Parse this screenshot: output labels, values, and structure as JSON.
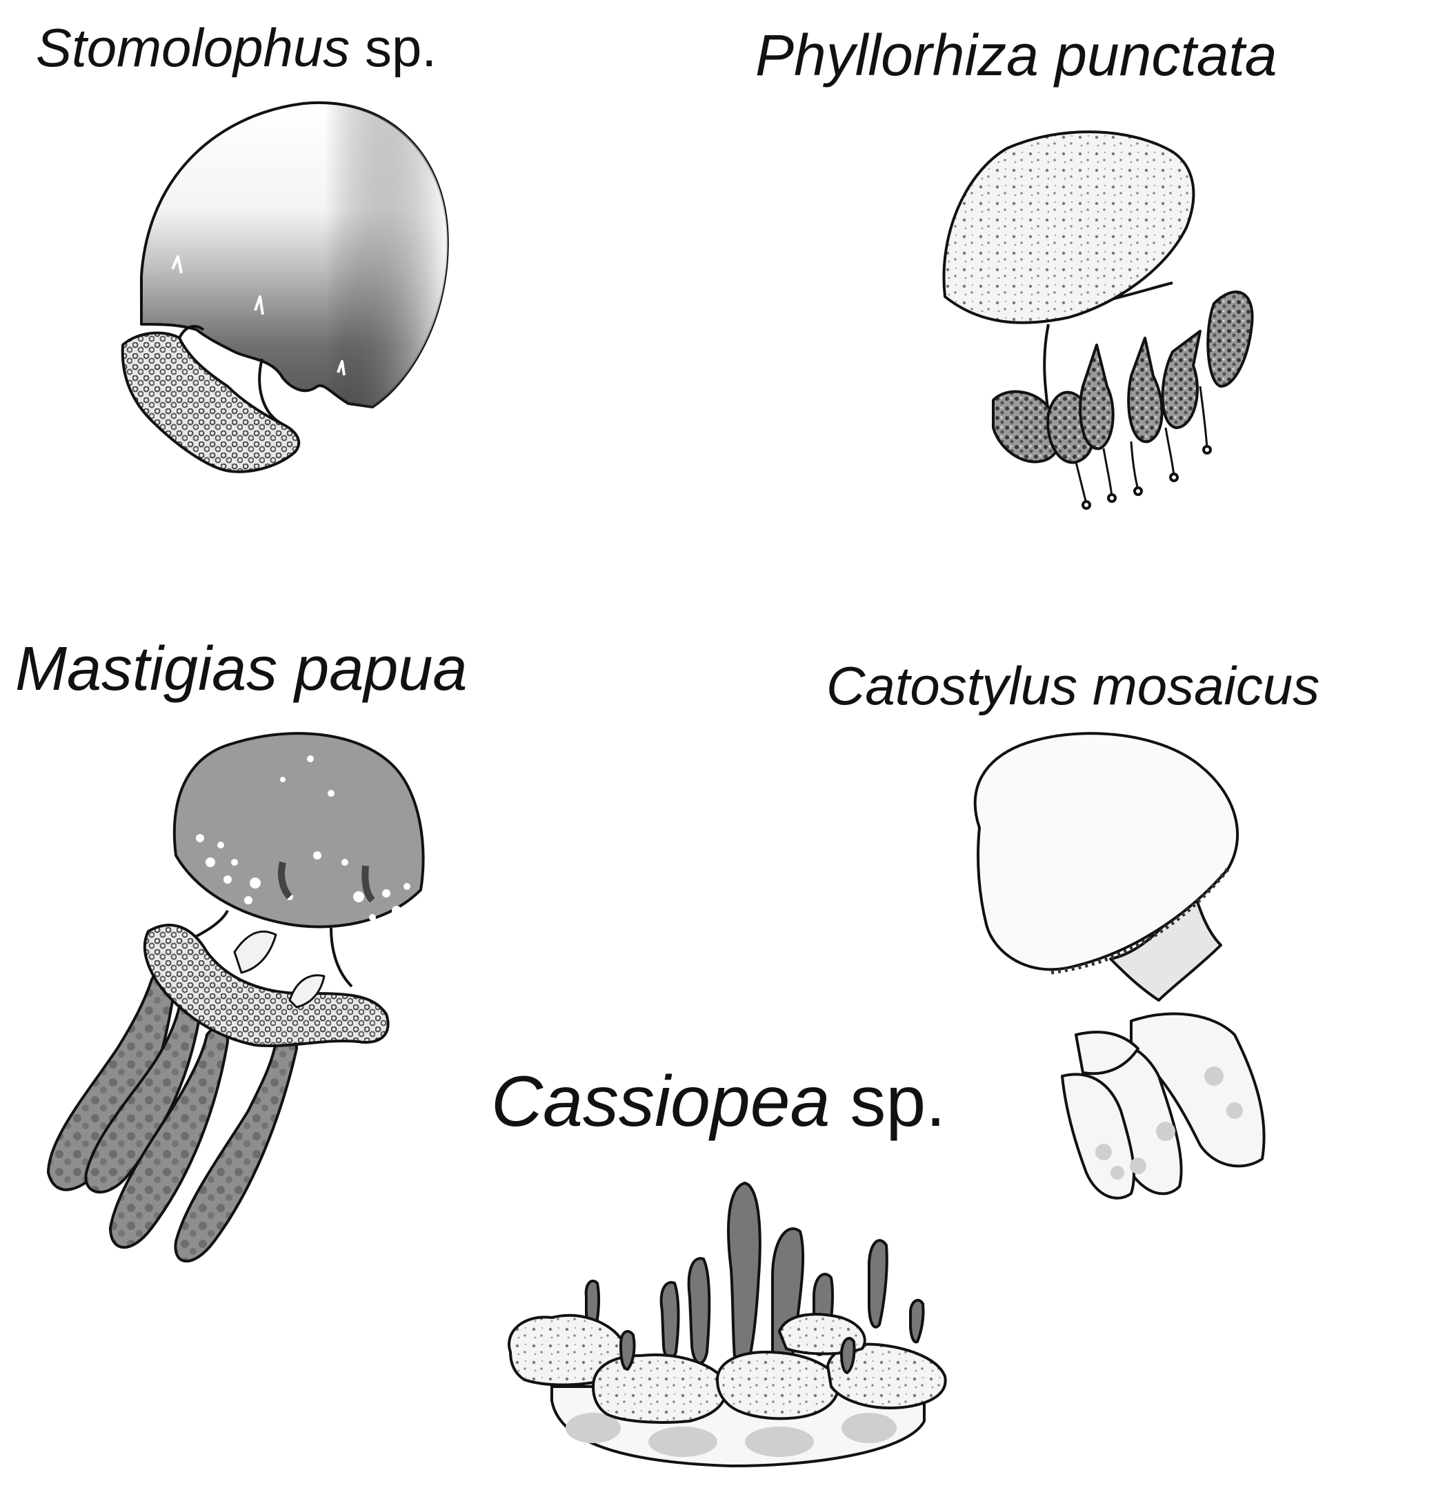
{
  "figure": {
    "background": "#ffffff",
    "ink": "#111111"
  },
  "species": [
    {
      "id": "stomolophus",
      "genus": "Stomolophus",
      "epithet": "sp."
    },
    {
      "id": "phyllorhiza",
      "genus": "Phyllorhiza",
      "epithet": "punctata"
    },
    {
      "id": "mastigias",
      "genus": "Mastigias",
      "epithet": "papua"
    },
    {
      "id": "catostylus",
      "genus": "Catostylus",
      "epithet": "mosaicus"
    },
    {
      "id": "cassiopea",
      "genus": "Cassiopea",
      "epithet": "sp."
    }
  ]
}
